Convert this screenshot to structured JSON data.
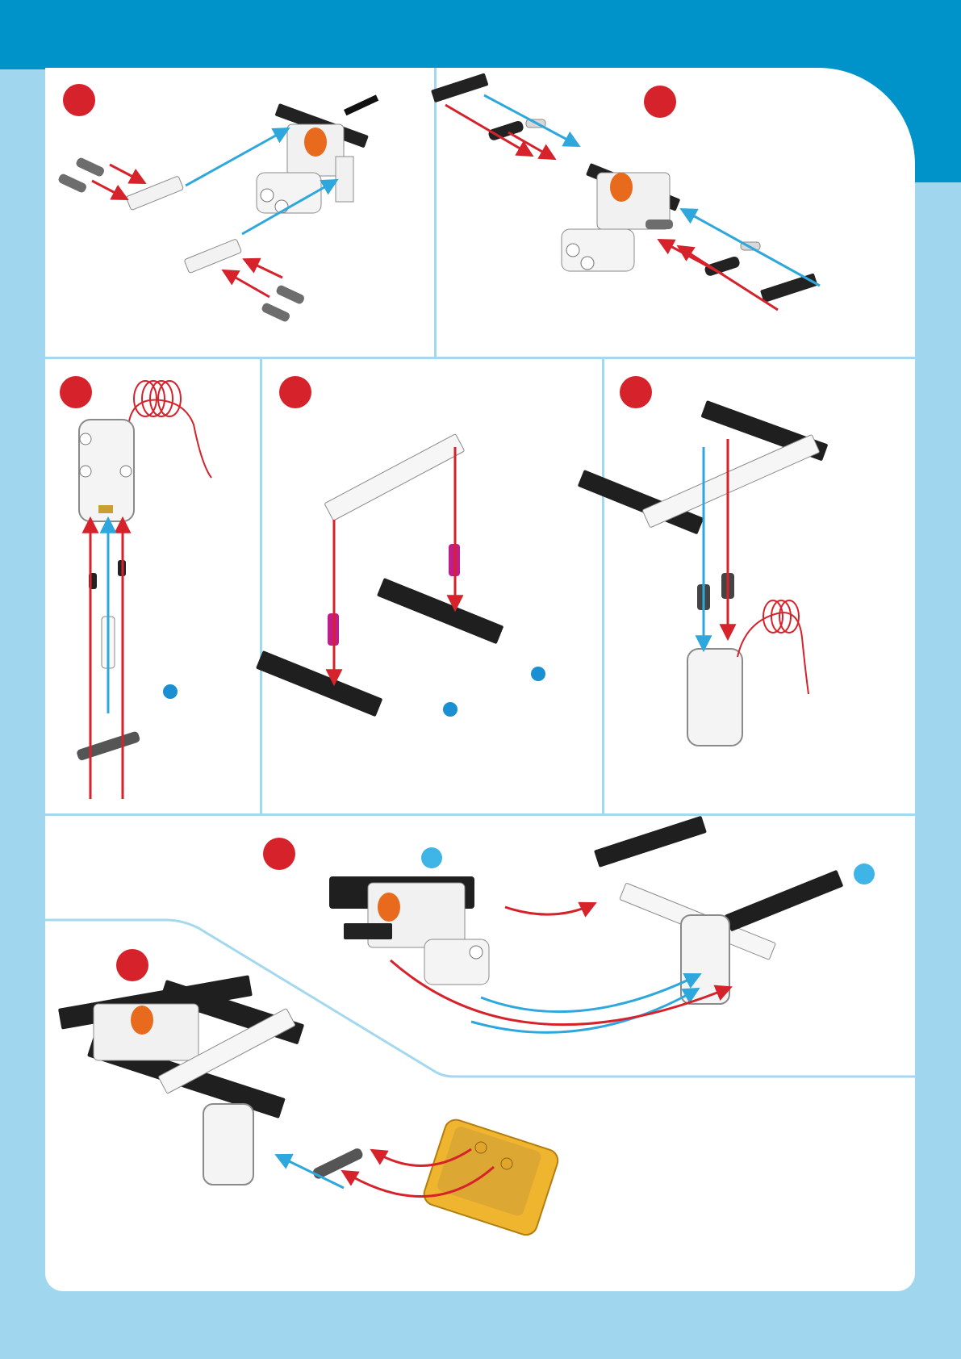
{
  "page": {
    "header_color": "#0093c9",
    "background_color": "#a0d6ee",
    "sheet_color": "#ffffff",
    "step_marker_color": "#d6222b",
    "attach_marker_color": "#1a8fd1",
    "arrow_red": "#d6222b",
    "arrow_blue": "#2ea7dd"
  },
  "steps": [
    {
      "id": "step-a",
      "marker": "red-circle"
    },
    {
      "id": "step-b",
      "marker": "red-circle"
    },
    {
      "id": "step-c",
      "marker": "red-circle"
    },
    {
      "id": "step-d",
      "marker": "red-circle"
    },
    {
      "id": "step-e",
      "marker": "red-circle"
    },
    {
      "id": "step-f",
      "marker": "red-circle"
    },
    {
      "id": "step-g",
      "marker": "red-circle"
    }
  ],
  "icons": [
    "motor-icon",
    "battery-box-icon",
    "rod-icon",
    "beam-icon",
    "gear-icon",
    "spring-wire-icon",
    "peg-icon"
  ]
}
